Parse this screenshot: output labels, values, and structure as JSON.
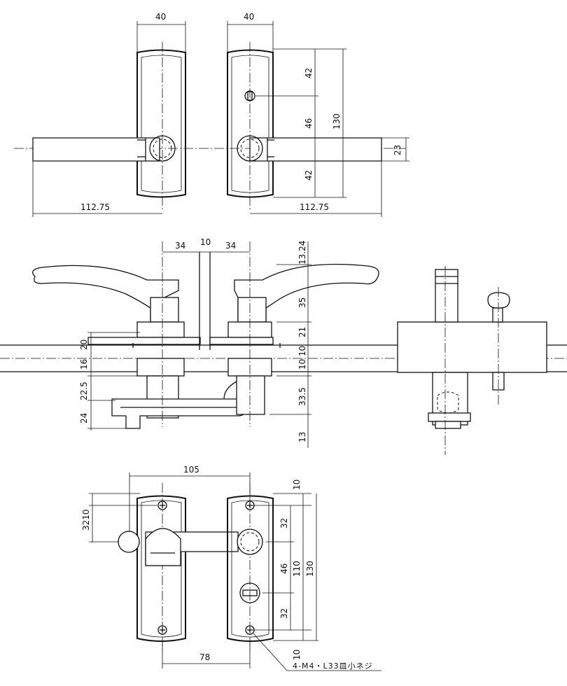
{
  "front_view": {
    "plate_width_left": "40",
    "plate_width_right": "40",
    "lever_length_left": "112.75",
    "lever_length_right": "112.75",
    "lever_height": "23",
    "spacing_top": "42",
    "spacing_mid": "46",
    "spacing_bottom": "42",
    "plate_height": "130"
  },
  "side_view": {
    "rose_left": "34",
    "gap": "10",
    "rose_right": "34",
    "top_dim": "13.24",
    "lever_height": "35",
    "rose_height": "21",
    "door_a": "10",
    "door_b": "10",
    "left_20": "20",
    "left_16": "16",
    "left_22_5": "22.5",
    "left_24": "24",
    "right_33_5": "33.5",
    "right_13": "13"
  },
  "back_view": {
    "overall_width": "105",
    "top_margin": "10",
    "dim_32_top": "32",
    "dim_46": "46",
    "dim_110": "110",
    "dim_130": "130",
    "dim_32_bottom": "32",
    "bottom_margin": "10",
    "left_stack": "3210",
    "screw_spacing": "78",
    "screw_note": "4-M4・L33皿小ネジ"
  }
}
